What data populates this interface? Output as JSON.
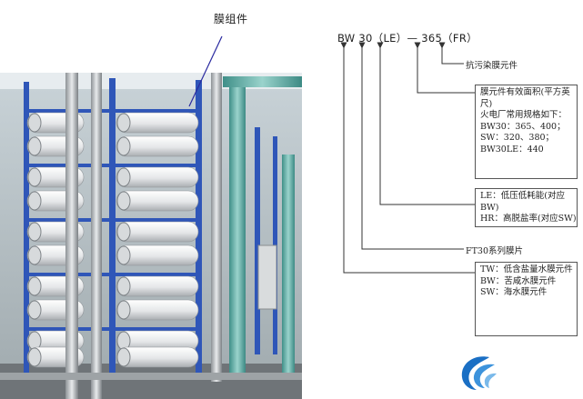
{
  "photo": {
    "callout": "膜组件"
  },
  "code": {
    "text": "BW 30（LE）— 365（FR）"
  },
  "labels": {
    "fr": "抗污染膜元件",
    "ft30": "FT30系列膜片"
  },
  "boxes": {
    "area": [
      "膜元件有效面积(平方英",
      "尺)",
      "火电厂常用规格如下：",
      "BW30：365、400；",
      "SW：320、380；",
      "BW30LE：440"
    ],
    "le": [
      "LE：低压低耗能(对应",
      "BW)",
      "HR：高脱盐率(对应SW)"
    ],
    "type": [
      "TW：低含盐量水膜元件",
      "BW：苦咸水膜元件",
      "SW：海水膜元件"
    ]
  },
  "colors": {
    "frame_blue": "#2f56b8",
    "pipe_green": "#6fb7b0",
    "logo_blue": "#1a6fc4"
  },
  "icons": {
    "logo": "swirl-logo-icon"
  }
}
